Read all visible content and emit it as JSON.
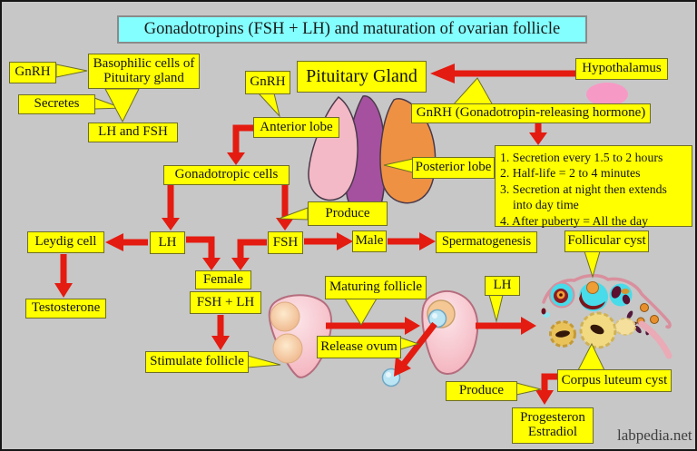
{
  "title": "Gonadotropins (FSH + LH) and maturation of ovarian follicle",
  "watermark": "labpedia.net",
  "colors": {
    "background": "#c7c7c7",
    "label_yellow": "#ffff00",
    "arrow_red": "#e41b10",
    "title_cyan": "#84ffff",
    "anterior_lobe_pink": "#f4b9c6",
    "mid_lobe_purple": "#a5519f",
    "posterior_lobe_orange": "#ef9143"
  },
  "labels": {
    "gnrh_left": "GnRH",
    "basophilic_line1": "Basophilic cells of",
    "basophilic_line2": "Pituitary gland",
    "secretes": "Secretes",
    "lh_and_fsh": "LH and FSH",
    "gnrh_mid": "GnRH",
    "pituitary_gland": "Pituitary Gland",
    "anterior_lobe": "Anterior lobe",
    "posterior_lobe": "Posterior lobe",
    "hypothalamus": "Hypothalamus",
    "gnrh_hormone": "GnRH (Gonadotropin-releasing hormone)",
    "gonadotropic_cells": "Gonadotropic cells",
    "produce_top": "Produce",
    "leydig_cell": "Leydig cell",
    "lh": "LH",
    "fsh": "FSH",
    "male": "Male",
    "spermatogenesis": "Spermatogenesis",
    "female": "Female",
    "fsh_plus_lh": "FSH + LH",
    "testosterone": "Testosterone",
    "stimulate_follicle": "Stimulate follicle",
    "maturing_follicle": "Maturing follicle",
    "release_ovum": "Release ovum",
    "lh_right": "LH",
    "follicular_cyst": "Follicular cyst",
    "corpus_luteum_cyst": "Corpus luteum cyst",
    "produce_bottom": "Produce",
    "progesteron_line1": "Progesteron",
    "progesteron_line2": "Estradiol"
  },
  "gnrh_facts": {
    "lines": [
      "1. Secretion every 1.5 to 2 hours",
      "2. Half-life = 2 to 4 minutes",
      "3. Secretion at night then extends",
      "into day time",
      "4. After puberty = All the day"
    ]
  }
}
